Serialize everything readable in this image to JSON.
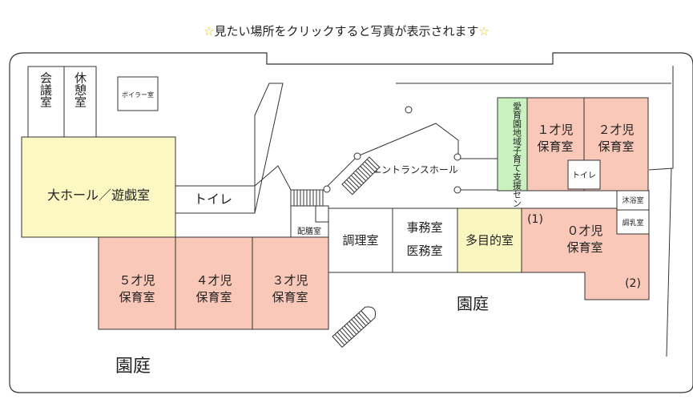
{
  "header": {
    "star": "☆",
    "text": "見たい場所をクリックすると写真が表示されます"
  },
  "rooms": {
    "meeting": "会議室",
    "rest": "休憩室",
    "boiler": "ボイラー室",
    "hall": "大ホール／遊戯室",
    "toilet_main": "トイレ",
    "entrance": "エントランスホール",
    "support_center": "愛育園地域子育て支援センター",
    "age1": [
      "１才児",
      "保育室"
    ],
    "age2": [
      "２才児",
      "保育室"
    ],
    "toilet_small": "トイレ",
    "bath": "沐浴室",
    "milk": "調乳室",
    "age0": [
      "０才児",
      "保育室"
    ],
    "age0_part1": "(1)",
    "age0_part2": "(2)",
    "serving": "配膳室",
    "kitchen": "調理室",
    "office": "事務室",
    "medical": "医務室",
    "multipurpose": "多目的室",
    "age5": [
      "５才児",
      "保育室"
    ],
    "age4": [
      "４才児",
      "保育室"
    ],
    "age3": [
      "３才児",
      "保育室"
    ],
    "garden_right": "園庭",
    "garden_left": "園庭"
  },
  "colors": {
    "nursery": "#f9c8b8",
    "hall": "#fbf8c4",
    "multipurpose": "#f9f6c0",
    "support": "#c9f2c0",
    "white": "#ffffff",
    "line": "#333333"
  }
}
